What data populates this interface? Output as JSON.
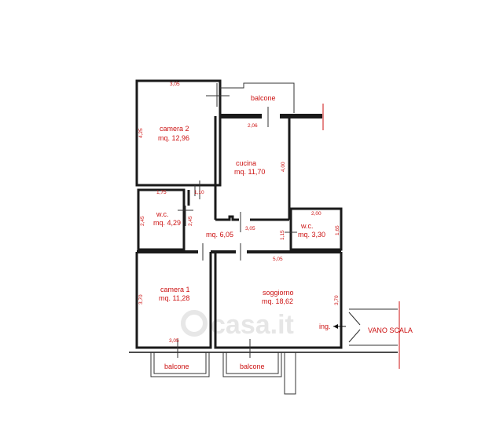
{
  "colors": {
    "text": "#cc1111",
    "walls": "#111111",
    "background": "#ffffff",
    "watermark": "#e6e6e6"
  },
  "rooms": {
    "camera2": {
      "name": "camera 2",
      "area": "mq. 12,96"
    },
    "cucina": {
      "name": "cucina",
      "area": "mq. 11,70"
    },
    "wc1": {
      "name": "w.c.",
      "area": "mq. 4,29"
    },
    "corridor": {
      "area": "mq. 6,05"
    },
    "wc2": {
      "name": "w.c.",
      "area": "mq. 3,30"
    },
    "camera1": {
      "name": "camera 1",
      "area": "mq. 11,28"
    },
    "soggiorno": {
      "name": "soggiorno",
      "area": "mq. 18,62"
    }
  },
  "balconies": {
    "top": "balcone",
    "bottom_left": "balcone",
    "bottom_right": "balcone"
  },
  "labels": {
    "entrance": "ing.",
    "stairwell": "VANO SCALA",
    "watermark": "casa.it"
  },
  "dimensions": {
    "camera2_width": "3,05",
    "camera2_height": "4,25",
    "cucina_width": "2,06",
    "cucina_height": "4,00",
    "wc1_width": "1,75",
    "wc1_height": "2,45",
    "door_width": "1,10",
    "corridor_height": "2,45",
    "corridor_width": "3,05",
    "wc2_width": "2,00",
    "wc2_height": "1,65",
    "wc2_door": "1,15",
    "soggiorno_width": "5,05",
    "soggiorno_height": "3,70",
    "camera1_height": "3,70",
    "camera1_width": "3,05"
  }
}
